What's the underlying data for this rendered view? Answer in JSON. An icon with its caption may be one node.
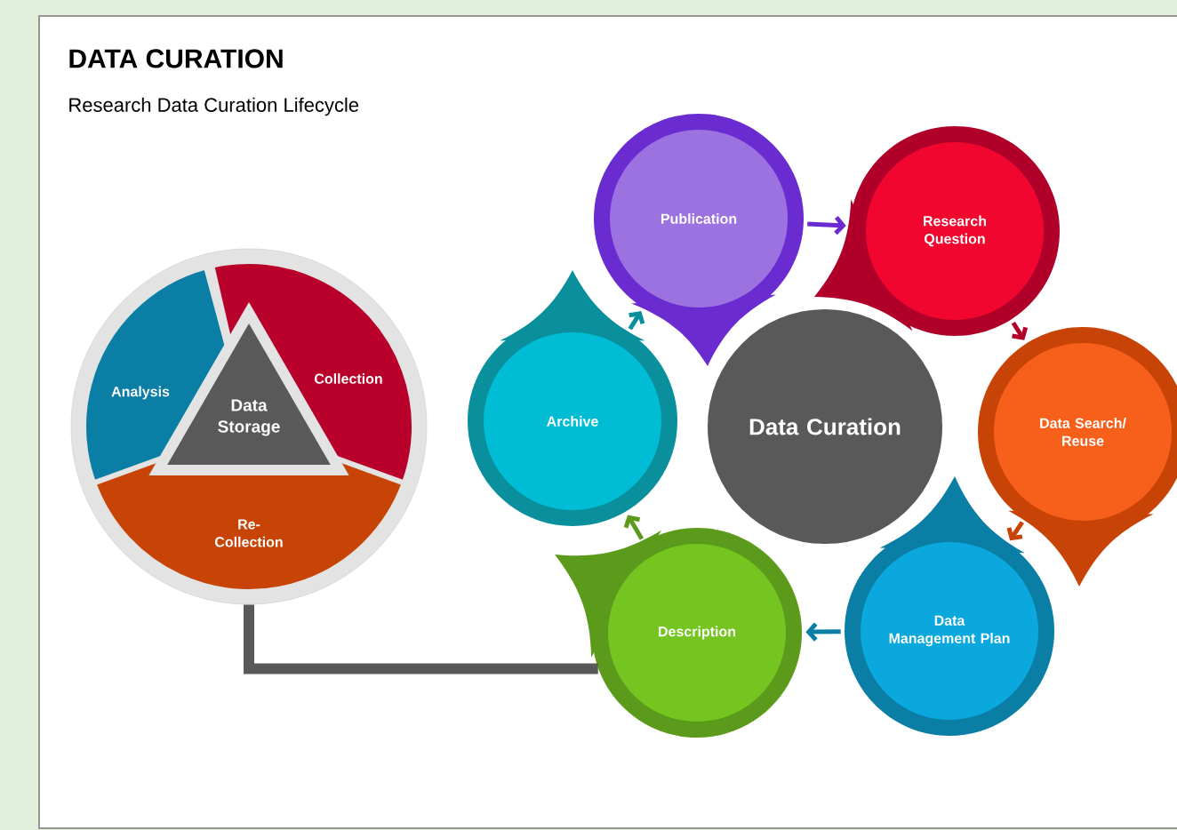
{
  "diagram": {
    "title": "DATA CURATION",
    "nodes": [
      {
        "text": [],
        "shape": "circle"
      },
      {
        "text": [
          "Analysis"
        ],
        "in": 0
      },
      {
        "text": [
          "Collection"
        ],
        "in": 0
      },
      {
        "text": [
          "Data Storage"
        ],
        "in": 0
      },
      {
        "text": [
          "Re-Collection"
        ],
        "in": 0
      },
      {
        "text": [
          "Publication"
        ]
      },
      {
        "text": [
          "Research Question"
        ]
      },
      {
        "text": [
          "Archive"
        ]
      },
      {
        "text": [
          "Data Curation"
        ]
      },
      {
        "text": [
          "Data Search/ Reuse"
        ]
      },
      {
        "text": [
          "Description"
        ]
      },
      {
        "text": [
          "Data Management Plan"
        ]
      }
    ],
    "edges": [
      {
        "from": 5,
        "to": 6,
        "arrow": "to",
        "color": "#6a2bd0"
      },
      {
        "from": 6,
        "to": 9,
        "arrow": "to",
        "color": "#b0002a"
      },
      {
        "from": 9,
        "to": 11,
        "arrow": "to",
        "color": "#c84406"
      },
      {
        "from": 11,
        "to": 10,
        "arrow": "to",
        "color": "#0a7ea4"
      },
      {
        "from": 10,
        "to": 7,
        "arrow": "to",
        "color": "#5b9a1a"
      },
      {
        "from": 7,
        "to": 5,
        "arrow": "to",
        "color": "#0a8f9c"
      },
      {
        "from": 0,
        "to": 10,
        "arrow": "none",
        "style": "thick",
        "color": "#595959"
      }
    ],
    "labels": [
      "Research Data Curation Lifecycle"
    ]
  }
}
